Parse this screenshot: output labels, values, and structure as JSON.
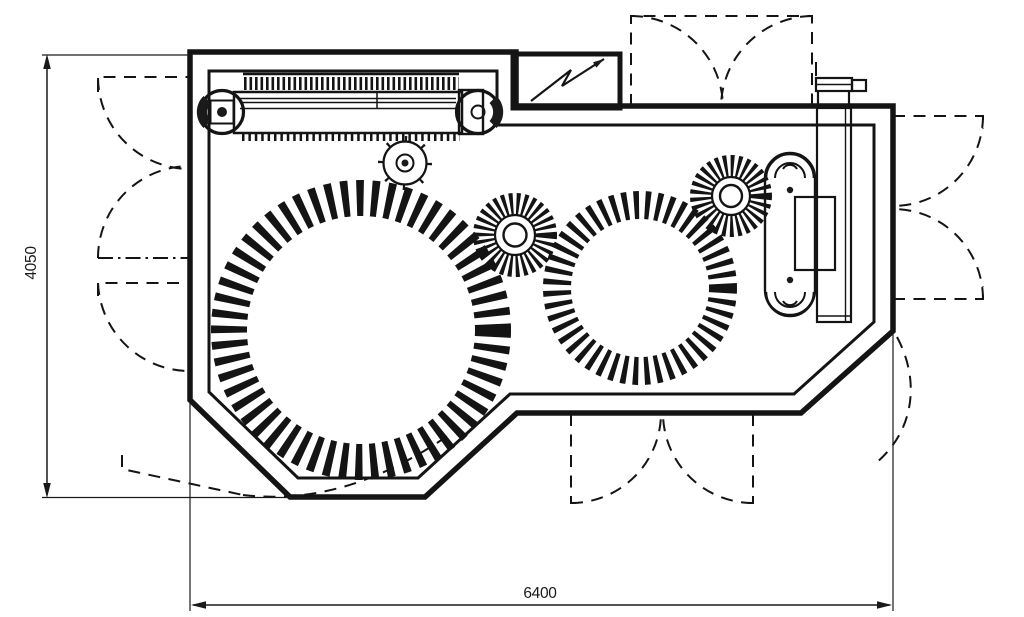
{
  "drawing": {
    "title": "machine-layout-plan",
    "dimensions": {
      "height": {
        "value": "4050"
      },
      "width": {
        "value": "6400"
      }
    }
  },
  "colors": {
    "line": "#141414",
    "wall_band": "#dadde0",
    "interior": "#bfd1dd",
    "electrical_box_fill": "#d8dbde",
    "background": "#ffffff"
  }
}
